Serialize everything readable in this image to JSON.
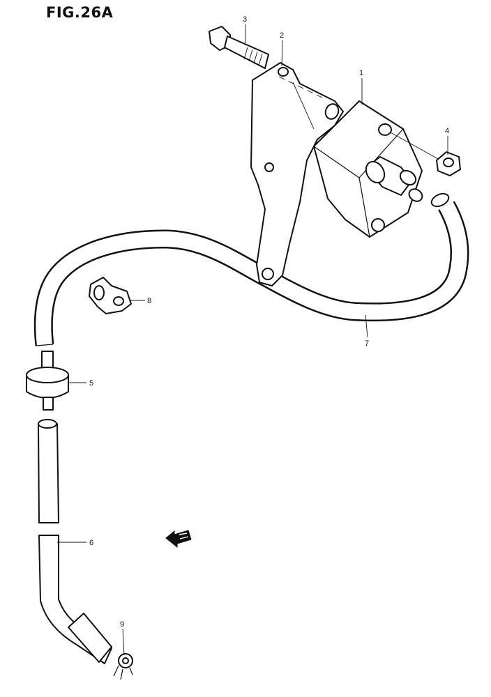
{
  "figure": {
    "title": "FIG.26A"
  },
  "callouts": [
    "1",
    "2",
    "3",
    "4",
    "5",
    "6",
    "7",
    "8",
    "9"
  ],
  "direction_marker": {
    "icon": "front-direction-arrow-icon"
  }
}
